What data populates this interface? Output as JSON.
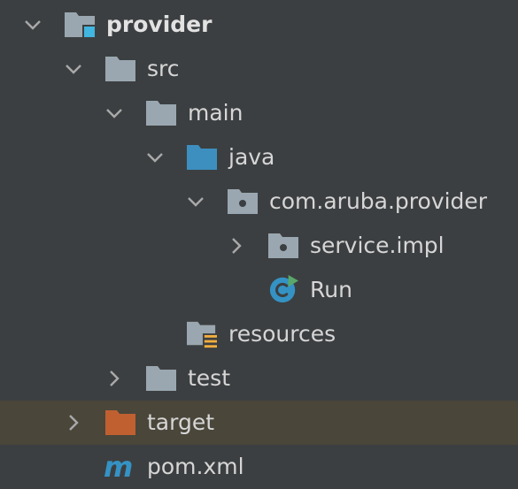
{
  "tree": {
    "root": {
      "label": "provider",
      "expanded": true
    },
    "src": {
      "label": "src",
      "expanded": true
    },
    "main": {
      "label": "main",
      "expanded": true
    },
    "java": {
      "label": "java",
      "expanded": true
    },
    "pkg": {
      "label": "com.aruba.provider",
      "expanded": true
    },
    "service": {
      "label": "service.impl",
      "expanded": false
    },
    "run": {
      "label": "Run"
    },
    "resources": {
      "label": "resources"
    },
    "test": {
      "label": "test",
      "expanded": false
    },
    "target": {
      "label": "target",
      "expanded": false,
      "selected": true
    },
    "pom": {
      "label": "pom.xml"
    }
  },
  "colors": {
    "background": "#3c3f41",
    "selected_row": "#4a463a",
    "folder_gray": "#9aa7b0",
    "folder_source": "#3d8fbf",
    "folder_excluded": "#c06030",
    "module_badge": "#40b6e0",
    "class_blue": "#3592c4",
    "run_green": "#59a869",
    "resources_yellow": "#f4af3d"
  }
}
